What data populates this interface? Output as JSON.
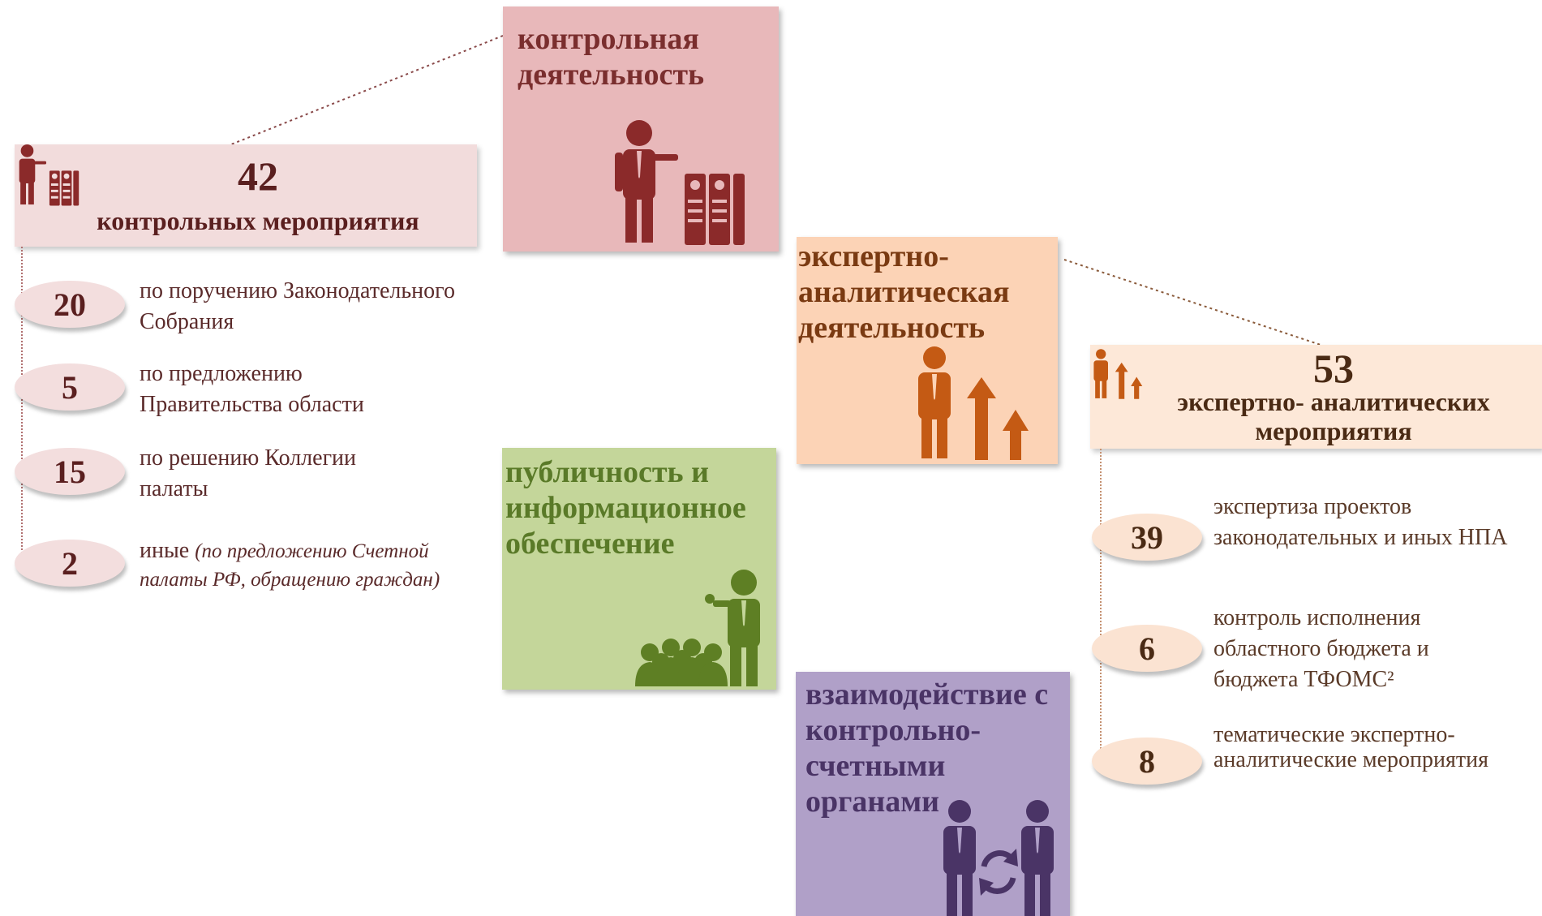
{
  "tiles": {
    "control": {
      "title": "контрольная деятельность",
      "color": "#e8b8ba",
      "text_color": "#7a2e2e"
    },
    "expert": {
      "title": "экспертно-аналитическая деятельность",
      "color": "#fcd3b6",
      "text_color": "#7a3a12"
    },
    "public": {
      "title": "публичность и информационное обеспечение",
      "color": "#c4d69a",
      "text_color": "#5a7a28"
    },
    "interaction": {
      "title": "взаимодействие с контрольно-счетными органами",
      "color": "#b0a0c8",
      "text_color": "#4a3466"
    }
  },
  "left_panel": {
    "count": "42",
    "label": "контрольных мероприятия",
    "items": [
      {
        "value": "20",
        "text": "по поручению Законодательного Собрания",
        "note": ""
      },
      {
        "value": "5",
        "text": "по предложению Правительства области",
        "note": ""
      },
      {
        "value": "15",
        "text": "по решению Коллегии палаты",
        "note": ""
      },
      {
        "value": "2",
        "text": "иные",
        "note": "(по предложению Счетной палаты РФ, обращению граждан)"
      }
    ]
  },
  "right_panel": {
    "count": "53",
    "label": "экспертно- аналитических мероприятия",
    "items": [
      {
        "value": "39",
        "text": "экспертиза проектов законодательных и иных НПА"
      },
      {
        "value": "6",
        "text": "контроль исполнения областного бюджета и бюджета ТФОМС²"
      },
      {
        "value": "8",
        "text": "тематические экспертно-аналитические мероприятия"
      }
    ]
  },
  "colors": {
    "control_dark": "#8b2a2a",
    "expert_dark": "#c45a14",
    "public_dark": "#5e7f24",
    "interaction_dark": "#4a3466"
  },
  "icons": [
    "presenter-with-binders-icon",
    "person-with-growth-arrows-icon",
    "speaker-with-audience-icon",
    "two-people-exchange-icon"
  ]
}
